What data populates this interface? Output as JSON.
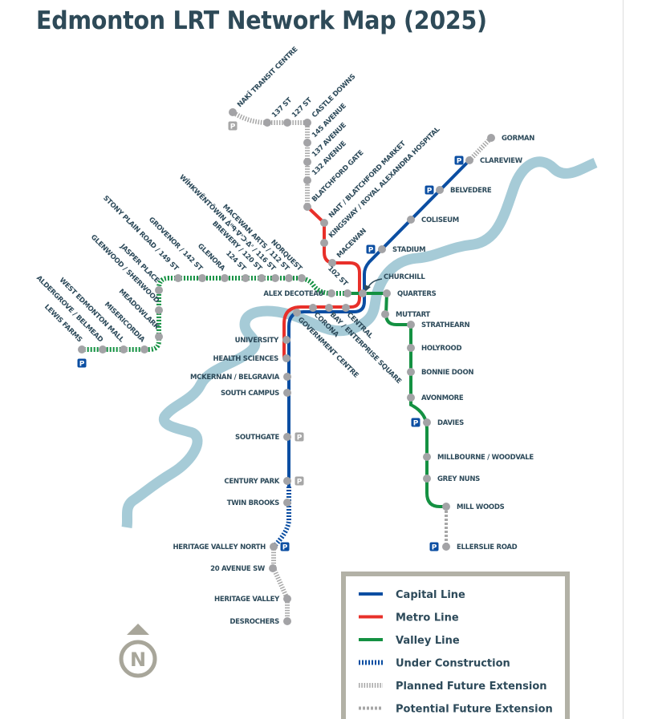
{
  "title": "Edmonton LRT Network Map (2025)",
  "colors": {
    "capital": "#0b4ea2",
    "metro": "#e8302a",
    "valley": "#149142",
    "planned": "#a7a7a7",
    "river": "#a6cbd7",
    "station": "#a3a3a6",
    "text": "#2d4a5a",
    "legend_border": "#b2b1a6"
  },
  "legend": [
    {
      "label": "Capital Line",
      "style": "solid",
      "color": "#0b4ea2"
    },
    {
      "label": "Metro Line",
      "style": "solid",
      "color": "#e8302a"
    },
    {
      "label": "Valley Line",
      "style": "solid",
      "color": "#149142"
    },
    {
      "label": "Under Construction",
      "style": "construction",
      "color": "#0b4ea2"
    },
    {
      "label": "Planned Future Extension",
      "style": "planned",
      "color": "#a7a7a7"
    },
    {
      "label": "Potential Future Extension",
      "style": "potential",
      "color": "#a7a7a7"
    }
  ],
  "park_and_ride_label": "P",
  "compass_label": "N",
  "stations": {
    "gorman": "GORMAN",
    "clareview": "CLAREVIEW",
    "belvedere": "BELVEDERE",
    "coliseum": "COLISEUM",
    "stadium": "STADIUM",
    "churchill": "CHURCHILL",
    "central": "CENTRAL",
    "bay": "BAY / ENTERPRISE SQUARE",
    "corona": "CORONA",
    "government_centre": "GOVERNMENT CENTRE",
    "university": "UNIVERSITY",
    "health_sciences": "HEALTH SCIENCES",
    "mckernan": "MCKERNAN / BELGRAVIA",
    "south_campus": "SOUTH CAMPUS",
    "southgate": "SOUTHGATE",
    "century_park": "CENTURY PARK",
    "twin_brooks": "TWIN BROOKS",
    "heritage_valley_north": "HERITAGE VALLEY NORTH",
    "avenue_20_sw": "20 AVENUE SW",
    "heritage_valley": "HERITAGE VALLEY",
    "desrochers": "DESROCHERS",
    "nait": "NAIT / BLATCHFORD MARKET",
    "kingsway": "KINGSWAY / ROYAL ALEXANDRA HOSPITAL",
    "macewan": "MACEWAN",
    "blatchford_gate": "BLATCHFORD GATE",
    "avenue_132": "132 AVENUE",
    "avenue_137": "137 AVENUE",
    "avenue_145": "145 AVENUE",
    "castle_downs": "CASTLE DOWNS",
    "st_127": "127 ST",
    "st_137": "137 ST",
    "naki": "NAKÎ TRANSIT CENTRE",
    "quarters": "QUARTERS",
    "muttart": "MUTTART",
    "strathearn": "STRATHEARN",
    "holyrood": "HOLYROOD",
    "bonnie_doon": "BONNIE DOON",
    "avonmore": "AVONMORE",
    "davies": "DAVIES",
    "millbourne": "MILLBOURNE / WOODVALE",
    "grey_nuns": "GREY NUNS",
    "mill_woods": "MILL WOODS",
    "ellerslie": "ELLERSLIE ROAD",
    "st_102": "102 ST",
    "alex_decoteau": "ALEX DECOTEAU",
    "norquest": "NORQUEST",
    "macewan_arts": "MACEWAN ARTS / 112 ST",
    "wihkwentowin": "WÎHKWÊNTÔWIN ᐄᐦᑫᐧᐁᐣᑐᐧᐃᐣ / 116 ST",
    "brewery": "BREWERY / 120 ST",
    "st_124": "124 ST",
    "glenora": "GLENORA",
    "grovenor": "GROVENOR / 142 ST",
    "stony_plain": "STONY PLAIN ROAD / 149 ST",
    "jasper_place": "JASPER PLACE",
    "glenwood": "GLENWOOD / SHERWOOD",
    "meadowlark": "MEADOWLARK",
    "misericordia": "MISERICORDIA",
    "west_edmonton_mall": "WEST EDMONTON MALL",
    "aldergrove": "ALDERGROVE / BELMEAD",
    "lewis_farms": "LEWIS FARMS"
  }
}
